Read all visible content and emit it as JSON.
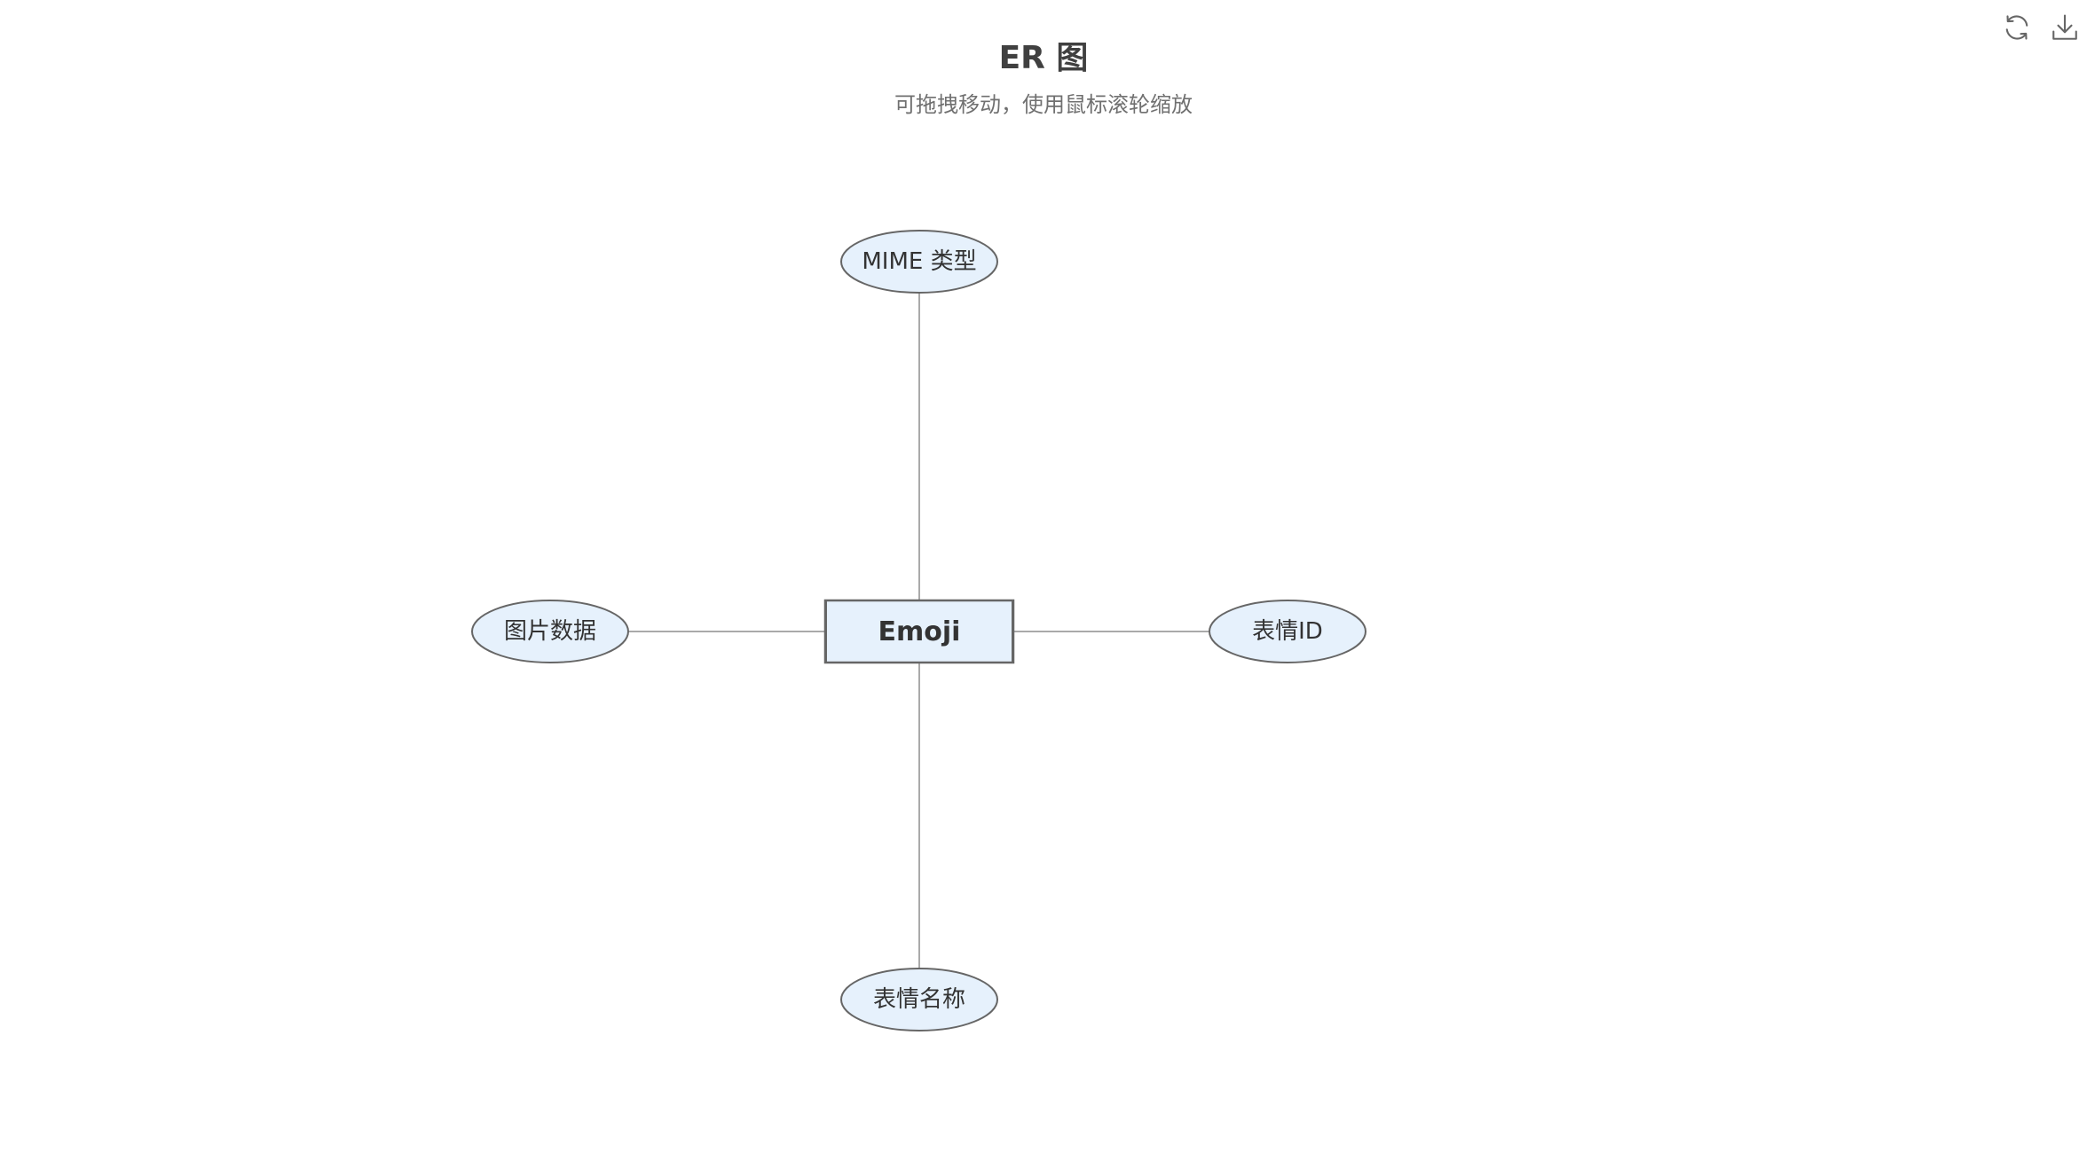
{
  "header": {
    "title": "ER 图",
    "subtitle": "可拖拽移动，使用鼠标滚轮缩放"
  },
  "toolbar": {
    "icons": [
      "refresh-icon",
      "download-icon"
    ]
  },
  "diagram": {
    "entity": {
      "label": "Emoji"
    },
    "attributes": [
      {
        "label": "MIME 类型"
      },
      {
        "label": "图片数据"
      },
      {
        "label": "表情ID"
      },
      {
        "label": "表情名称"
      }
    ]
  },
  "colors": {
    "node_fill": "#e6f1fc",
    "node_stroke": "#666666",
    "edge": "#aaaaaa",
    "title": "#404040",
    "subtitle": "#707070",
    "icon": "#666666"
  }
}
